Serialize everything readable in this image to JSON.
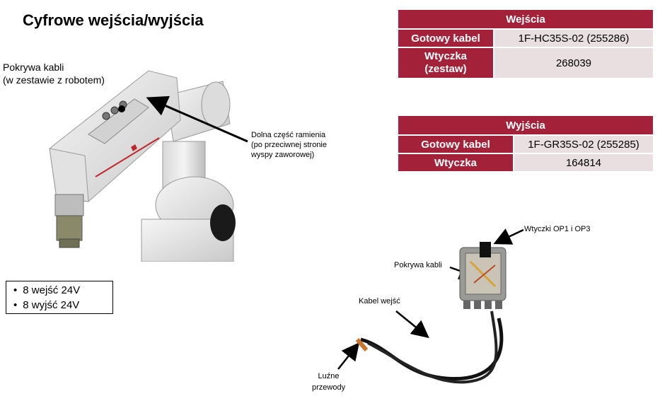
{
  "title": "Cyfrowe wejścia/wyjścia",
  "robot_label": [
    "Pokrywa kabli",
    "(w zestawie z robotem)"
  ],
  "arm_label": [
    "Dolna część ramienia",
    "(po przeciwnej stronie",
    "wyspy zaworowej)"
  ],
  "specs": [
    "8 wejść 24V",
    "8 wyjść 24V"
  ],
  "inputs_table": {
    "header": "Wejścia",
    "rows": [
      {
        "key": "Gotowy kabel",
        "value": "1F-HC35S-02 (255286)"
      },
      {
        "key": "Wtyczka (zestaw)",
        "key_lines": [
          "Wtyczka",
          "(zestaw)"
        ],
        "value": "268039"
      }
    ]
  },
  "outputs_table": {
    "header": "Wyjścia",
    "rows": [
      {
        "key": "Gotowy kabel",
        "value": "1F-GR35S-02 (255285)"
      },
      {
        "key": "Wtyczka",
        "value": "164814"
      }
    ]
  },
  "box_labels": {
    "plugs": "Wtyczki OP1 i OP3",
    "cover": "Pokrywa kabli",
    "cable": "Kabel wejść",
    "loose": [
      "Luźne",
      "przewody"
    ]
  },
  "colors": {
    "header_bg": "#a3223a",
    "value_bg": "#e9dfe0"
  }
}
